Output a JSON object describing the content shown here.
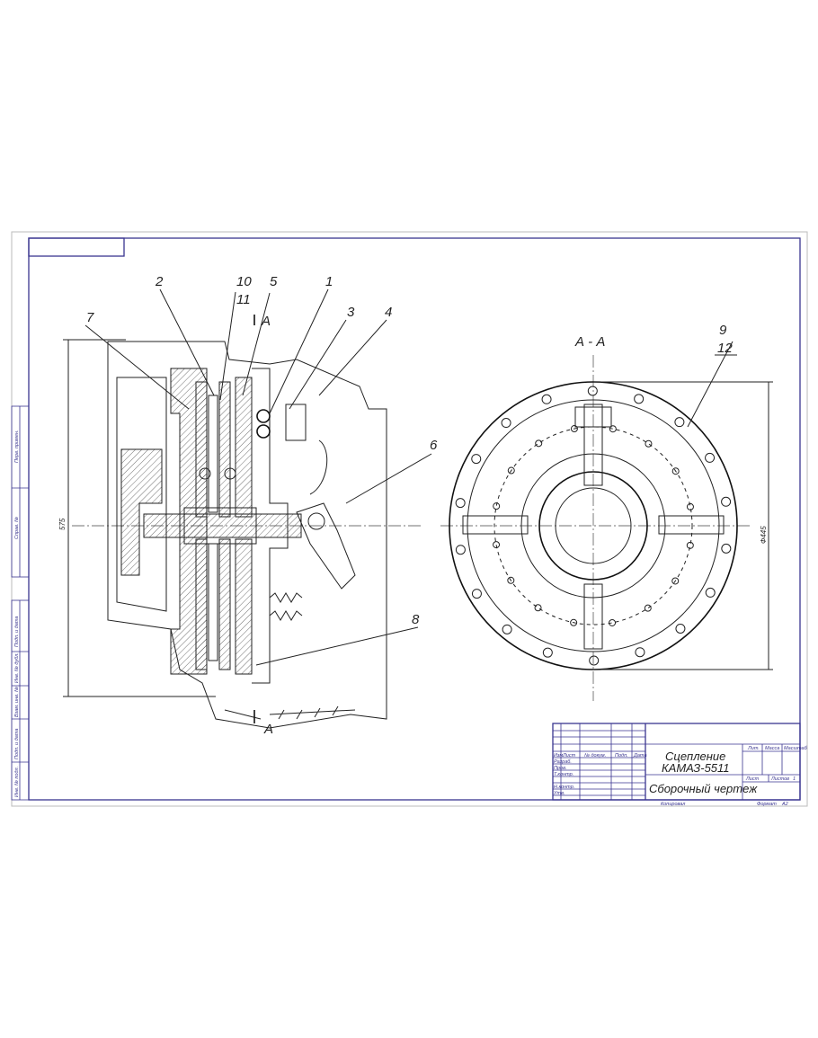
{
  "drawing": {
    "part_labels": [
      "1",
      "2",
      "3",
      "4",
      "5",
      "6",
      "7",
      "8",
      "9",
      "10",
      "11",
      "12"
    ],
    "section_marker": "A",
    "section_title": "А - А",
    "dim_height": "575",
    "dim_diameter": "Ф445"
  },
  "title_block": {
    "title_line1": "Сцепление",
    "title_line2": "КАМАЗ-5511",
    "doc_type": "Сборочный чертеж",
    "col_izm": "Изм.",
    "col_list": "Лист",
    "col_doc": "№ докум.",
    "col_sign": "Подп.",
    "col_date": "Дата",
    "row_razrab": "Разраб.",
    "row_prov": "Пров.",
    "row_tkontr": "Т.контр.",
    "row_nkontr": "Н.контр.",
    "row_utv": "Утв.",
    "lit": "Лит.",
    "mass": "Масса",
    "scale": "Масштаб",
    "sheet": "Лист",
    "sheets": "Листов",
    "sheets_count": "1",
    "copied": "Копировал",
    "format_label": "Формат",
    "format_value": "A2"
  },
  "side_stamp": {
    "perv_primen": "Перв. примен.",
    "sprav": "Справ. №",
    "podp_data1": "Подп. и дата",
    "inv_dubl": "Инв. № дубл.",
    "vzam_inv": "Взам. инв. №",
    "podp_data2": "Подп. и дата",
    "inv_podl": "Инв. № подл."
  }
}
